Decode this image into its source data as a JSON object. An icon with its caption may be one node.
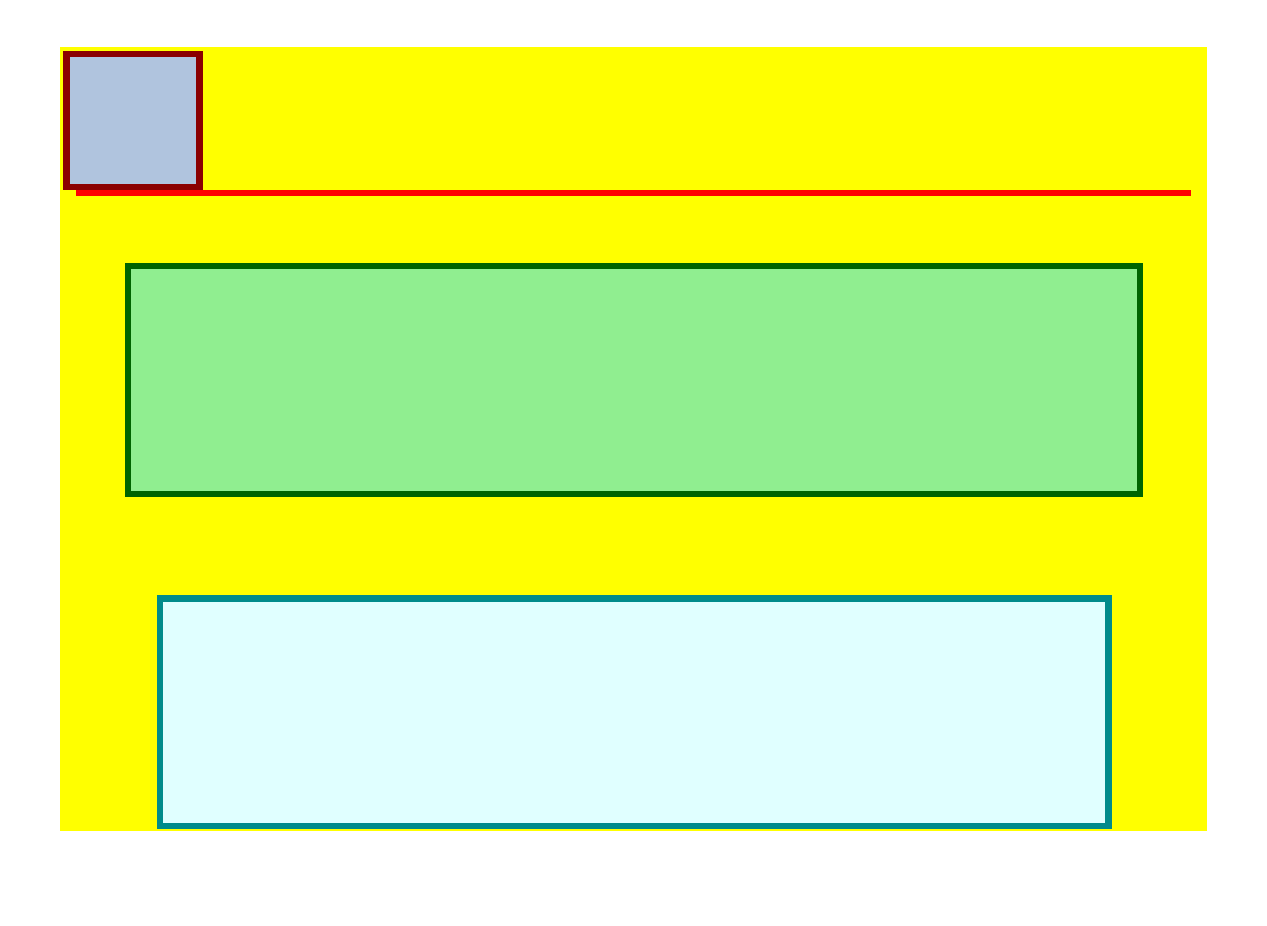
{
  "diagram": {
    "nodes": [
      {
        "text": [],
        "shape": "box"
      },
      {
        "text": [],
        "shape": "box",
        "in": 0
      },
      {
        "text": [],
        "shape": "box",
        "in": 0
      },
      {
        "text": [],
        "shape": "box",
        "in": 0
      }
    ]
  }
}
